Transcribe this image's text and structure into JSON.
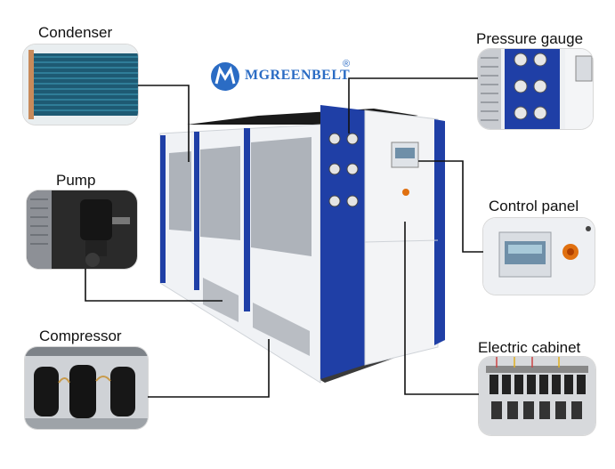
{
  "logo": {
    "text": "MGREENBELT",
    "registered": "®",
    "color": "#2b6cc4"
  },
  "labels": {
    "condenser": "Condenser",
    "pump": "Pump",
    "compressor": "Compressor",
    "pressure_gauge": "Pressure gauge",
    "control_panel": "Control panel",
    "electric_cabinet": "Electric cabinet"
  },
  "colors": {
    "accent_blue": "#1f3fa6",
    "panel_white": "#eef0f3",
    "line": "#111111"
  }
}
